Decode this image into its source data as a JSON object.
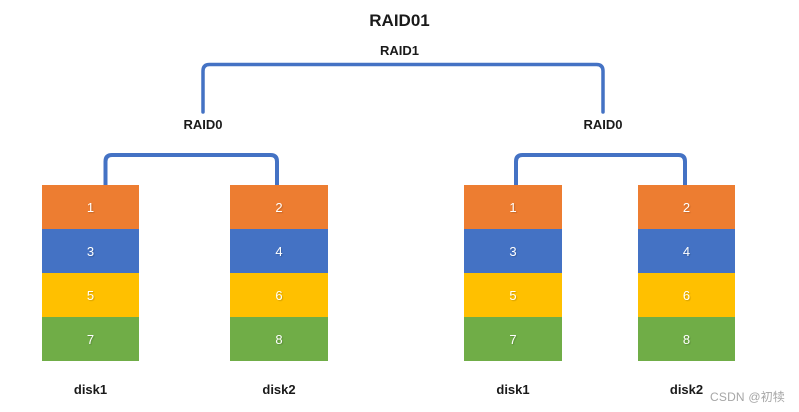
{
  "title": "RAID01",
  "raid1_label": "RAID1",
  "connector_color": "#4472C4",
  "watermark": "CSDN @初犊",
  "groups": [
    {
      "raid_label": "RAID0",
      "disks": [
        {
          "name": "disk1",
          "blocks": [
            {
              "label": "1",
              "color": "#ED7D31"
            },
            {
              "label": "3",
              "color": "#4472C4"
            },
            {
              "label": "5",
              "color": "#FFC000"
            },
            {
              "label": "7",
              "color": "#70AD47"
            }
          ]
        },
        {
          "name": "disk2",
          "blocks": [
            {
              "label": "2",
              "color": "#ED7D31"
            },
            {
              "label": "4",
              "color": "#4472C4"
            },
            {
              "label": "6",
              "color": "#FFC000"
            },
            {
              "label": "8",
              "color": "#70AD47"
            }
          ]
        }
      ]
    },
    {
      "raid_label": "RAID0",
      "disks": [
        {
          "name": "disk1",
          "blocks": [
            {
              "label": "1",
              "color": "#ED7D31"
            },
            {
              "label": "3",
              "color": "#4472C4"
            },
            {
              "label": "5",
              "color": "#FFC000"
            },
            {
              "label": "7",
              "color": "#70AD47"
            }
          ]
        },
        {
          "name": "disk2",
          "blocks": [
            {
              "label": "2",
              "color": "#ED7D31"
            },
            {
              "label": "4",
              "color": "#4472C4"
            },
            {
              "label": "6",
              "color": "#FFC000"
            },
            {
              "label": "8",
              "color": "#70AD47"
            }
          ]
        }
      ]
    }
  ]
}
